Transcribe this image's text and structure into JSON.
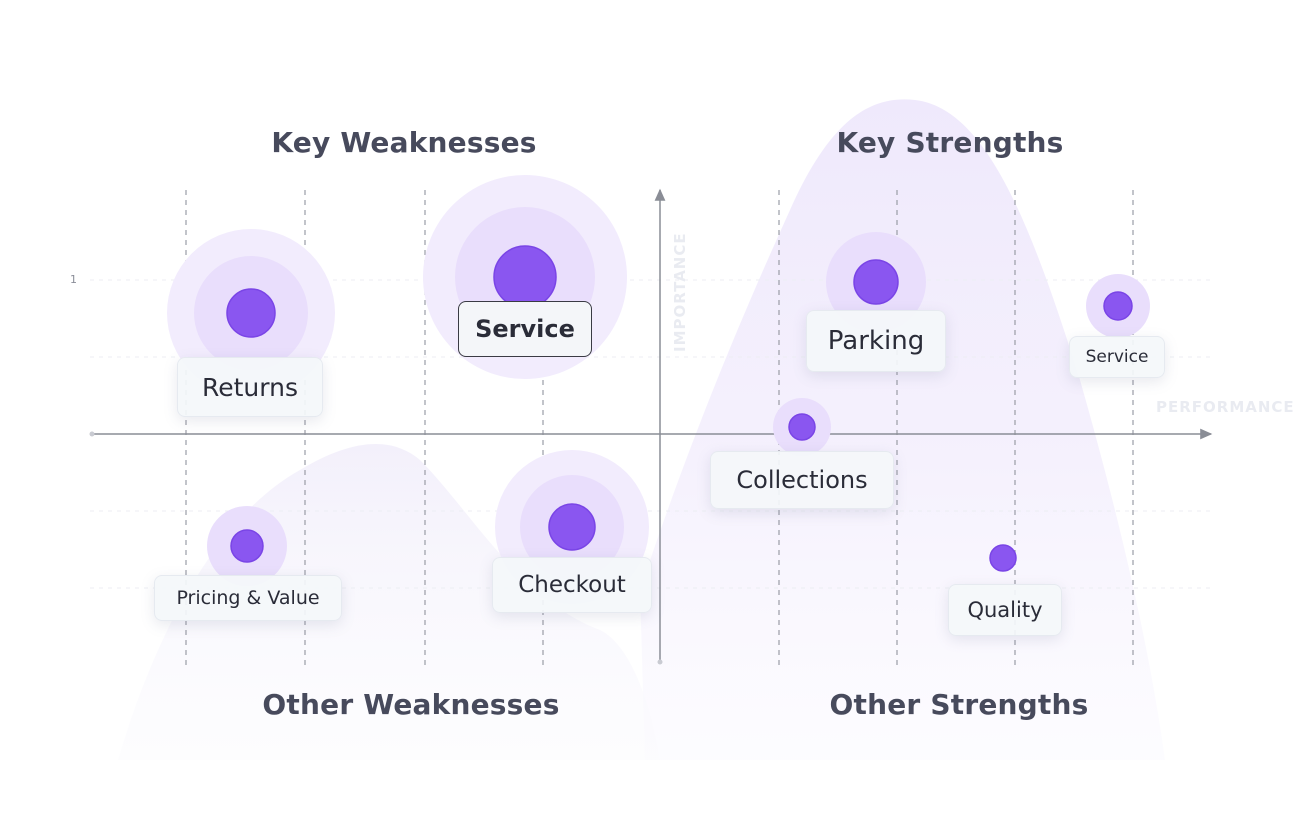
{
  "quadrants": {
    "key_weaknesses": "Key Weaknesses",
    "key_strengths": "Key Strengths",
    "other_weaknesses": "Other Weaknesses",
    "other_strengths": "Other Strengths"
  },
  "axes": {
    "y_label": "IMPORTANCE",
    "x_label": "PERFORMANCE",
    "y_tick": "1"
  },
  "colors": {
    "dot": "#8a56f0",
    "halo": "#ede4fc",
    "blob": "#f5f2fd",
    "axis": "#8a8d96"
  },
  "items": [
    {
      "label": "Returns",
      "quadrant": "key_weaknesses",
      "selected": false
    },
    {
      "label": "Service",
      "quadrant": "key_weaknesses",
      "selected": true
    },
    {
      "label": "Parking",
      "quadrant": "key_strengths",
      "selected": false
    },
    {
      "label": "Service",
      "quadrant": "key_strengths",
      "selected": false
    },
    {
      "label": "Collections",
      "quadrant": "other_strengths",
      "selected": false
    },
    {
      "label": "Pricing & Value",
      "quadrant": "other_weaknesses",
      "selected": false
    },
    {
      "label": "Checkout",
      "quadrant": "other_weaknesses",
      "selected": false
    },
    {
      "label": "Quality",
      "quadrant": "other_strengths",
      "selected": false
    }
  ]
}
